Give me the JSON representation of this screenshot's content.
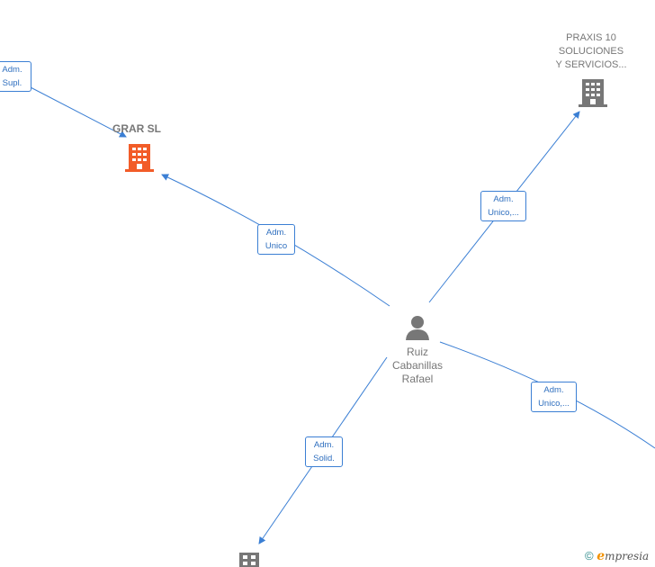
{
  "nodes": {
    "center_person": {
      "name": "Ruiz\nCabanillas\nRafael"
    },
    "grar": {
      "name": "GRAR  SL"
    },
    "praxis": {
      "name": "PRAXIS 10\nSOLUCIONES\nY SERVICIOS..."
    }
  },
  "edges": {
    "adm_supl": "Adm.\nSupl.",
    "adm_unico_grar": "Adm.\nUnico",
    "adm_unico_praxis": "Adm.\nUnico,...",
    "adm_unico_right": "Adm.\nUnico,...",
    "adm_solid": "Adm.\nSolid."
  },
  "colors": {
    "edge": "#3b7fd4",
    "highlight_company": "#f25c28",
    "company": "#777777",
    "person": "#777777"
  },
  "footer": {
    "copyright": "©",
    "brand_first": "e",
    "brand_rest": "mpresia"
  }
}
